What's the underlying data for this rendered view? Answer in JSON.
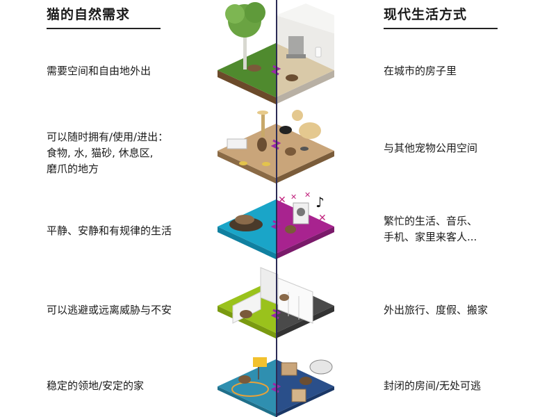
{
  "headers": {
    "left": "猫的自然需求",
    "right": "现代生活方式"
  },
  "rows": [
    {
      "need": "需要空间和自由地外出",
      "life": "在城市的房子里"
    },
    {
      "need": "可以随时拥有/使用/进出：\n食物, 水, 猫砂, 休息区,\n磨爪的地方",
      "life": "与其他宠物公用空间"
    },
    {
      "need": "平静、安静和有规律的生活",
      "life": "繁忙的生活、音乐、\n手机、家里来客人..."
    },
    {
      "need": "可以逃避或远离威胁与不安",
      "life": "外出旅行、度假、搬家"
    },
    {
      "need": "稳定的领地/安定的家",
      "life": "封闭的房间/无处可逃"
    }
  ],
  "colors": {
    "accent": "#9b27a8",
    "row1_left": "#4f8a2e",
    "row2_left": "#c9a57a",
    "row3_left": "#1aa5c8",
    "row3_right": "#a8238f",
    "row4_left": "#9ac21c",
    "row4_right": "#4a4a4a",
    "row5_left": "#2f8fb0",
    "row5_right": "#2a4f8a"
  }
}
